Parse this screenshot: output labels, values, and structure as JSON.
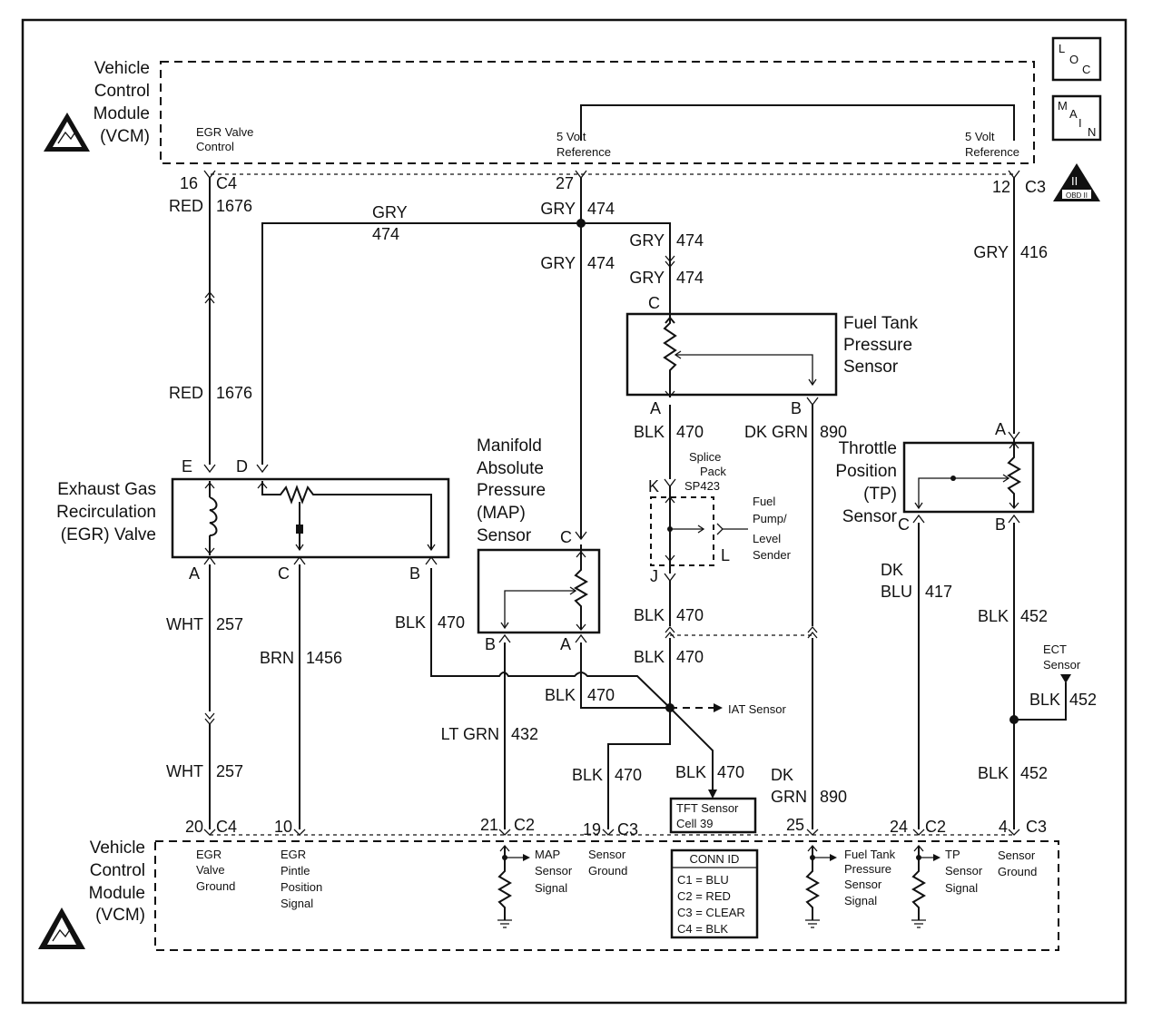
{
  "vcm_top": {
    "title": [
      "Vehicle",
      "Control",
      "Module",
      "(VCM)"
    ],
    "egr_valve_control": [
      "EGR Valve",
      "Control"
    ],
    "ref_a": [
      "5 Volt",
      "Reference"
    ],
    "ref_b": [
      "5 Volt",
      "Reference"
    ]
  },
  "badges": {
    "loc": [
      "L",
      "O",
      "C"
    ],
    "main": [
      "M",
      "A",
      "I",
      "N"
    ],
    "obd": [
      "II",
      "OBD II"
    ]
  },
  "pins": {
    "p16": "16",
    "p16c": "C4",
    "p27": "27",
    "p12": "12",
    "p12c": "C3",
    "p20": "20",
    "p20c": "C4",
    "p10": "10",
    "p21": "21",
    "p21c": "C2",
    "p19": "19",
    "p19c": "C3",
    "p25": "25",
    "p24": "24",
    "p24c": "C2",
    "p4": "4",
    "p4c": "C3"
  },
  "wires": {
    "red1": [
      "RED",
      "1676"
    ],
    "red2": [
      "RED",
      "1676"
    ],
    "gry_top": [
      "GRY",
      "474"
    ],
    "gry27": [
      "GRY",
      "474"
    ],
    "gry_a": [
      "GRY",
      "474"
    ],
    "gry_b": [
      "GRY",
      "474"
    ],
    "gry_map": [
      "GRY",
      "474"
    ],
    "gry416": [
      "GRY",
      "416"
    ],
    "blk470_a": [
      "BLK",
      "470"
    ],
    "dkgrn890_a": [
      "DK GRN",
      "890"
    ],
    "blk470_egr": [
      "BLK",
      "470"
    ],
    "blk470_j": [
      "BLK",
      "470"
    ],
    "blk470_b": [
      "BLK",
      "470"
    ],
    "blk470_map": [
      "BLK",
      "470"
    ],
    "blk470_19": [
      "BLK",
      "470"
    ],
    "blk470_tft": [
      "BLK",
      "470"
    ],
    "wht1": [
      "WHT",
      "257"
    ],
    "wht2": [
      "WHT",
      "257"
    ],
    "brn": [
      "BRN",
      "1456"
    ],
    "ltgrn": [
      "LT GRN",
      "432"
    ],
    "dkgrn890_b": [
      "DK",
      "GRN",
      "890"
    ],
    "dkblu": [
      "DK",
      "BLU",
      "417"
    ],
    "blk452_a": [
      "BLK",
      "452"
    ],
    "blk452_b": [
      "BLK",
      "452"
    ],
    "blk452_c": [
      "BLK",
      "452"
    ]
  },
  "components": {
    "egr": {
      "name": [
        "Exhaust Gas",
        "Recirculation",
        "(EGR) Valve"
      ],
      "pins": [
        "E",
        "D",
        "A",
        "C",
        "B"
      ]
    },
    "map": {
      "name": [
        "Manifold",
        "Absolute",
        "Pressure",
        "(MAP)",
        "Sensor"
      ],
      "pins": [
        "C",
        "B",
        "A"
      ]
    },
    "ftp": {
      "name": [
        "Fuel Tank",
        "Pressure",
        "Sensor"
      ],
      "pins": [
        "C",
        "A",
        "B"
      ]
    },
    "tp": {
      "name": [
        "Throttle",
        "Position",
        "(TP)",
        "Sensor"
      ],
      "pins": [
        "A",
        "C",
        "B"
      ]
    },
    "splice": {
      "name": [
        "Splice",
        "Pack",
        "SP423"
      ],
      "pins": [
        "K",
        "J",
        "L"
      ]
    },
    "fuel_pump": [
      "Fuel",
      "Pump/",
      "Level",
      "Sender"
    ],
    "iat": "IAT Sensor",
    "ect": [
      "ECT",
      "Sensor"
    ],
    "tft": [
      "TFT Sensor",
      "Cell 39"
    ]
  },
  "vcm_bottom": {
    "title": [
      "Vehicle",
      "Control",
      "Module",
      "(VCM)"
    ],
    "egr_ground": [
      "EGR",
      "Valve",
      "Ground"
    ],
    "egr_pintle": [
      "EGR",
      "Pintle",
      "Position",
      "Signal"
    ],
    "map_signal": [
      "MAP",
      "Sensor",
      "Signal"
    ],
    "sensor_ground_a": [
      "Sensor",
      "Ground"
    ],
    "ftp_signal": [
      "Fuel Tank",
      "Pressure",
      "Sensor",
      "Signal"
    ],
    "tp_signal": [
      "TP",
      "Sensor",
      "Signal"
    ],
    "sensor_ground_b": [
      "Sensor",
      "Ground"
    ]
  },
  "conn_id": {
    "title": "CONN ID",
    "rows": [
      "C1 = BLU",
      "C2 = RED",
      "C3 = CLEAR",
      "C4 = BLK"
    ]
  }
}
